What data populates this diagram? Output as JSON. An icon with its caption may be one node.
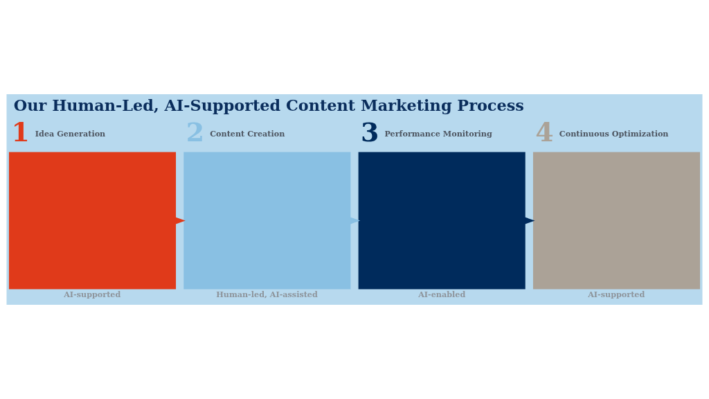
{
  "diagram": {
    "title": "Our Human-Led, AI-Supported Content Marketing Process",
    "nodes": [
      {
        "text": [
          "1",
          "Idea Generation"
        ],
        "beside": [
          "AI-supported"
        ]
      },
      {
        "text": [
          "2",
          "Content Creation"
        ],
        "beside": [
          "Human-led, AI-assisted"
        ]
      },
      {
        "text": [
          "3",
          "Performance Monitoring"
        ],
        "beside": [
          "AI-enabled"
        ]
      },
      {
        "text": [
          "4",
          "Continuous Optimization"
        ],
        "beside": [
          "AI-supported"
        ]
      }
    ],
    "edges": [
      {
        "from": 0,
        "to": 1,
        "arrow": "to"
      },
      {
        "from": 1,
        "to": 2,
        "arrow": "to"
      },
      {
        "from": 2,
        "to": 3,
        "arrow": "to"
      }
    ]
  }
}
